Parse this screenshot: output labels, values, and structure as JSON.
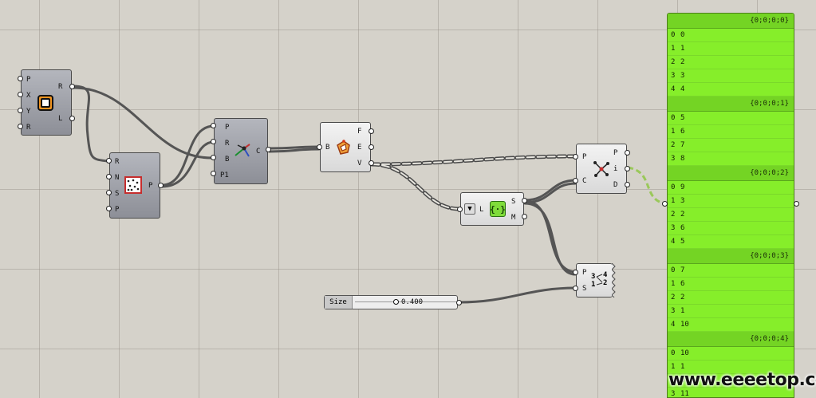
{
  "colors": {
    "canvas": "#d5d2ca",
    "panel": "#86ee2a",
    "panel_header": "#74d424",
    "wire": "#555555",
    "wire_selected": "#9ac85a"
  },
  "components": {
    "pop": {
      "inputs": [
        "P",
        "X",
        "Y",
        "R"
      ],
      "outputs": [
        "R",
        "L"
      ],
      "icon": "populate-rectangle-icon"
    },
    "pop2": {
      "inputs": [
        "R",
        "N",
        "S",
        "P"
      ],
      "outputs": [
        "P"
      ],
      "icon": "populate-region-icon"
    },
    "closest": {
      "inputs": [
        "P",
        "R",
        "B",
        "P1"
      ],
      "outputs": [
        "C"
      ],
      "icon": "closest-points-icon"
    },
    "bounds": {
      "inputs": [
        "B"
      ],
      "outputs": [
        "F",
        "E",
        "V"
      ],
      "icon": "brep-components-icon"
    },
    "listlen": {
      "left_label": "L",
      "outputs": [
        "S",
        "M"
      ],
      "icon": "list-length-icon"
    },
    "cloud": {
      "inputs": [
        "P",
        "C"
      ],
      "outputs": [
        "P",
        "i",
        "D"
      ],
      "icon": "closest-points-cloud-icon"
    },
    "path": {
      "inputs": [
        "P",
        "S"
      ],
      "icon_text": [
        "3",
        "4",
        "1",
        "2"
      ],
      "icon": "path-mapper-icon"
    }
  },
  "slider": {
    "label": "Size",
    "value": "0.400"
  },
  "panel": {
    "branches": [
      {
        "path": "{0;0;0;0}",
        "items": [
          {
            "i": "0",
            "v": "0"
          },
          {
            "i": "1",
            "v": "1"
          },
          {
            "i": "2",
            "v": "2"
          },
          {
            "i": "3",
            "v": "3"
          },
          {
            "i": "4",
            "v": "4"
          }
        ]
      },
      {
        "path": "{0;0;0;1}",
        "items": [
          {
            "i": "0",
            "v": "5"
          },
          {
            "i": "1",
            "v": "6"
          },
          {
            "i": "2",
            "v": "7"
          },
          {
            "i": "3",
            "v": "8"
          }
        ]
      },
      {
        "path": "{0;0;0;2}",
        "items": [
          {
            "i": "0",
            "v": "9"
          },
          {
            "i": "1",
            "v": "3"
          },
          {
            "i": "2",
            "v": "2"
          },
          {
            "i": "3",
            "v": "6"
          },
          {
            "i": "4",
            "v": "5"
          }
        ]
      },
      {
        "path": "{0;0;0;3}",
        "items": [
          {
            "i": "0",
            "v": "7"
          },
          {
            "i": "1",
            "v": "6"
          },
          {
            "i": "2",
            "v": "2"
          },
          {
            "i": "3",
            "v": "1"
          },
          {
            "i": "4",
            "v": "10"
          }
        ]
      },
      {
        "path": "{0;0;0;4}",
        "items": [
          {
            "i": "0",
            "v": "10"
          },
          {
            "i": "1",
            "v": "1"
          },
          {
            "i": "2",
            "v": "0"
          },
          {
            "i": "3",
            "v": "11"
          }
        ]
      }
    ]
  },
  "watermark": "www.eeeetop.com"
}
